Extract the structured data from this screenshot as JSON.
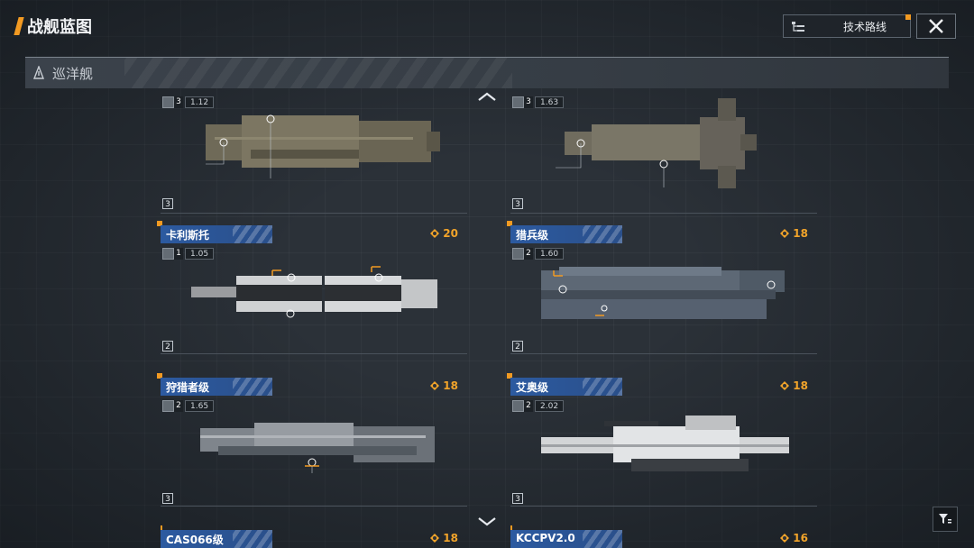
{
  "header": {
    "title": "战舰蓝图"
  },
  "toolbar": {
    "tech_route_label": "技术路线"
  },
  "category": {
    "label": "巡洋舰"
  },
  "colors": {
    "accent": "#f29a22",
    "title_bar": "#2c5aa0",
    "cost": "#f2a42a"
  },
  "ships": [
    {
      "name": "",
      "cost": "",
      "level": "3",
      "stat": "1.12",
      "tier": "3"
    },
    {
      "name": "",
      "cost": "",
      "level": "3",
      "stat": "1.63",
      "tier": "3"
    },
    {
      "name": "卡利斯托",
      "cost": "20",
      "level": "1",
      "stat": "1.05",
      "tier": "2"
    },
    {
      "name": "猎兵级",
      "cost": "18",
      "level": "2",
      "stat": "1.60",
      "tier": "2"
    },
    {
      "name": "狩猎者级",
      "cost": "18",
      "level": "2",
      "stat": "1.65",
      "tier": "3"
    },
    {
      "name": "艾奥级",
      "cost": "18",
      "level": "2",
      "stat": "2.02",
      "tier": "3"
    },
    {
      "name": "CAS066级",
      "cost": "18",
      "level": "",
      "stat": "",
      "tier": ""
    },
    {
      "name": "KCCPV2.0",
      "cost": "16",
      "level": "",
      "stat": "",
      "tier": ""
    }
  ]
}
